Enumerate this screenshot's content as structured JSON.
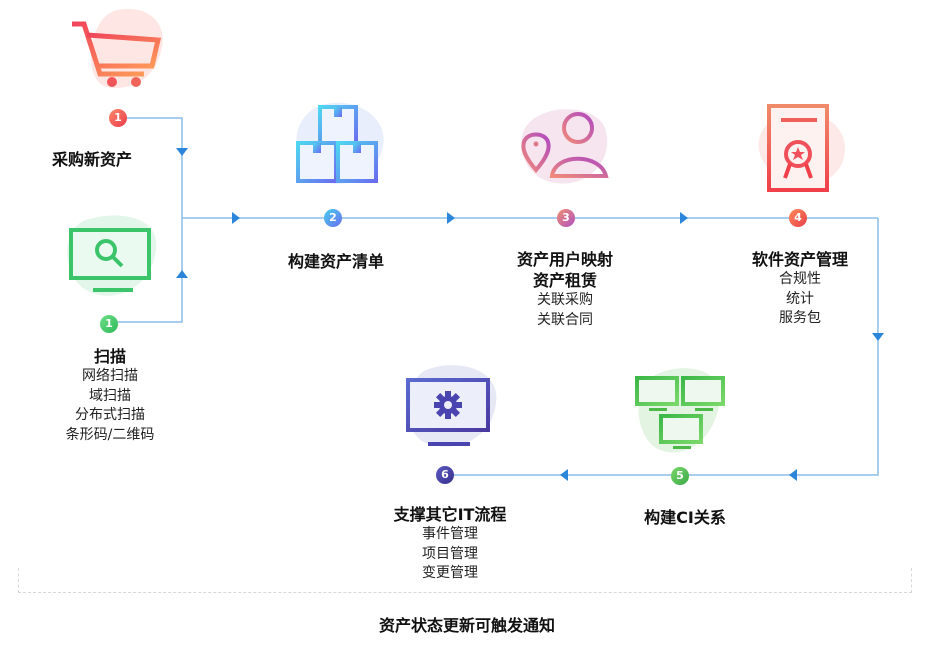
{
  "steps": {
    "purchase": {
      "badge": "1",
      "title": "采购新资产",
      "icon": "shopping-cart-icon",
      "color": "#f05a5a"
    },
    "scan": {
      "badge": "1",
      "title": "扫描",
      "subs": [
        "网络扫描",
        "域扫描",
        "分布式扫描",
        "条形码/二维码"
      ],
      "icon": "monitor-search-icon",
      "color": "#3cc46a"
    },
    "inventory": {
      "badge": "2",
      "title": "构建资产清单",
      "icon": "stacked-boxes-icon",
      "color": "#5b8df0"
    },
    "user_mapping": {
      "badge": "3",
      "title": "资产用户映射",
      "title2": "资产租赁",
      "subs": [
        "关联采购",
        "关联合同"
      ],
      "icon": "user-location-icon",
      "color": "#c05aa0"
    },
    "software": {
      "badge": "4",
      "title": "软件资产管理",
      "subs": [
        "合规性",
        "统计",
        "服务包"
      ],
      "icon": "certificate-icon",
      "color": "#f05a4a"
    },
    "ci": {
      "badge": "5",
      "title": "构建CI关系",
      "icon": "network-monitors-icon",
      "color": "#4cb848"
    },
    "it_process": {
      "badge": "6",
      "title": "支撑其它IT流程",
      "subs": [
        "事件管理",
        "项目管理",
        "变更管理"
      ],
      "icon": "monitor-gear-icon",
      "color": "#4a3fa0"
    }
  },
  "footer": "资产状态更新可触发通知",
  "colors": {
    "line": "#7fb6ea",
    "arrow": "#2b86d9"
  }
}
